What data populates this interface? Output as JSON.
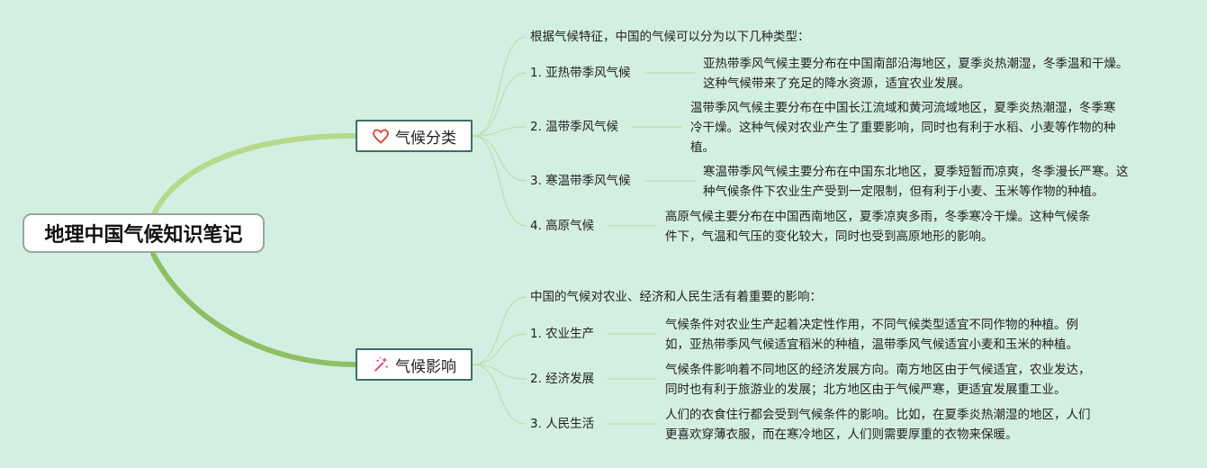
{
  "root": {
    "title": "地理中国气候知识笔记"
  },
  "branches": [
    {
      "title": "气候分类",
      "icon": "heart-icon",
      "intro": "根据气候特征，中国的气候可以分为以下几种类型：",
      "items": [
        {
          "label": "1. 亚热带季风气候",
          "lines": [
            "亚热带季风气候主要分布在中国南部沿海地区，夏季炎热潮湿，冬季温和干燥。",
            "这种气候带来了充足的降水资源，适宜农业发展。"
          ]
        },
        {
          "label": "2. 温带季风气候",
          "lines": [
            "温带季风气候主要分布在中国长江流域和黄河流域地区，夏季炎热潮湿，冬季寒",
            "冷干燥。这种气候对农业产生了重要影响，同时也有利于水稻、小麦等作物的种",
            "植。"
          ]
        },
        {
          "label": "3. 寒温带季风气候",
          "lines": [
            "寒温带季风气候主要分布在中国东北地区，夏季短暂而凉爽，冬季漫长严寒。这",
            "种气候条件下农业生产受到一定限制，但有利于小麦、玉米等作物的种植。"
          ]
        },
        {
          "label": "4. 高原气候",
          "lines": [
            "高原气候主要分布在中国西南地区，夏季凉爽多雨，冬季寒冷干燥。这种气候条",
            "件下，气温和气压的变化较大，同时也受到高原地形的影响。"
          ]
        }
      ]
    },
    {
      "title": "气候影响",
      "icon": "sparkle-wand-icon",
      "intro": "中国的气候对农业、经济和人民生活有着重要的影响：",
      "items": [
        {
          "label": "1. 农业生产",
          "lines": [
            "气候条件对农业生产起着决定性作用，不同气候类型适宜不同作物的种植。例",
            "如，亚热带季风气候适宜稻米的种植，温带季风气候适宜小麦和玉米的种植。"
          ]
        },
        {
          "label": "2. 经济发展",
          "lines": [
            "气候条件影响着不同地区的经济发展方向。南方地区由于气候适宜，农业发达，",
            "同时也有利于旅游业的发展；北方地区由于气候严寒，更适宜发展重工业。"
          ]
        },
        {
          "label": "3. 人民生活",
          "lines": [
            "人们的衣食住行都会受到气候条件的影响。比如，在夏季炎热潮湿的地区，人们",
            "更喜欢穿薄衣服，而在寒冷地区，人们则需要厚重的衣物来保暖。"
          ]
        }
      ]
    }
  ],
  "colors": {
    "background": "#d3efe2",
    "main_branch": "#b6d98a",
    "main_branch_dark": "#8fbf63",
    "sub_branch": "#b9e0b0",
    "heart": "#d9443a",
    "sparkle": "#e0447a"
  }
}
